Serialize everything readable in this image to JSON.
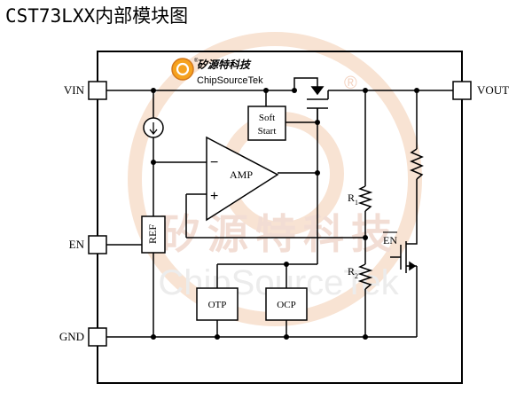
{
  "title": "CST73LXX内部模块图",
  "logo": {
    "cn_name": "矽源特科技",
    "en_name": "ChipSourceTek",
    "registered": "®",
    "badge_letter": "C",
    "badge_color": "#f08c1e"
  },
  "watermark": {
    "cn_text": "矽源特科技",
    "en_text": "ChipSourceTek",
    "registered": "®",
    "color": "#f6d9c6"
  },
  "pins": {
    "vin": "VIN",
    "vout": "VOUT",
    "en": "EN",
    "gnd": "GND"
  },
  "blocks": {
    "soft_start_line1": "Soft",
    "soft_start_line2": "Start",
    "amp": "AMP",
    "amp_minus": "−",
    "amp_plus": "+",
    "ref": "REF",
    "otp": "OTP",
    "ocp": "OCP"
  },
  "resistors": {
    "r1": "R",
    "r1_sub": "1",
    "r2": "R",
    "r2_sub": "2"
  },
  "en_bar_label": "EN"
}
